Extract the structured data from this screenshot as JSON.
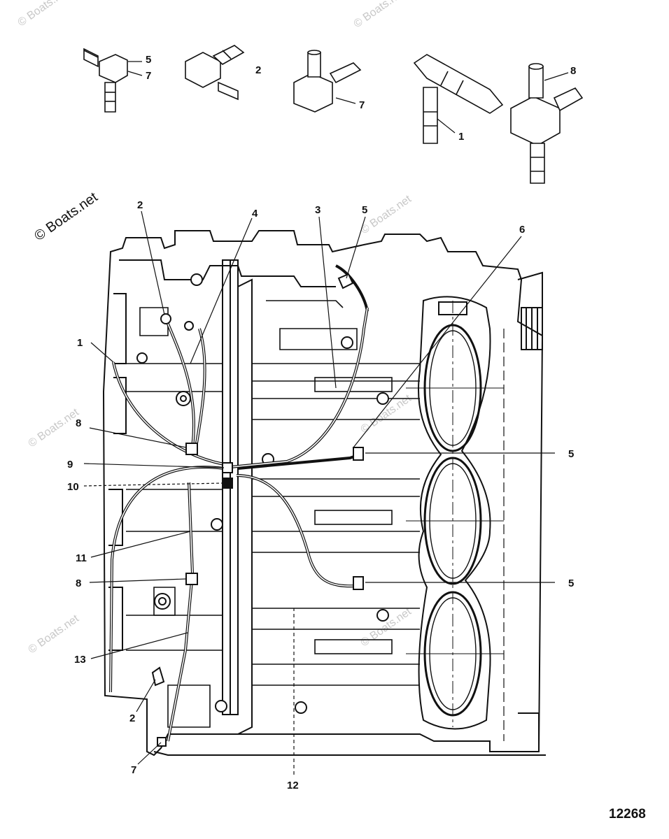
{
  "diagram": {
    "figure_number": "12268",
    "watermark_main": "© Boats.net",
    "watermark_faint": "© Boats.net",
    "callouts": {
      "fitting_a_top": "5",
      "fitting_a_bottom": "7",
      "fitting_b": "2",
      "fitting_c": "7",
      "fitting_d": "1",
      "fitting_e": "8",
      "top_2": "2",
      "top_4": "4",
      "top_3": "3",
      "top_5": "5",
      "top_6": "6",
      "left_1": "1",
      "left_8a": "8",
      "left_9": "9",
      "left_10": "10",
      "left_11": "11",
      "left_8b": "8",
      "left_13": "13",
      "bottom_2": "2",
      "bottom_7": "7",
      "bottom_12": "12",
      "right_5a": "5",
      "right_5b": "5"
    }
  }
}
